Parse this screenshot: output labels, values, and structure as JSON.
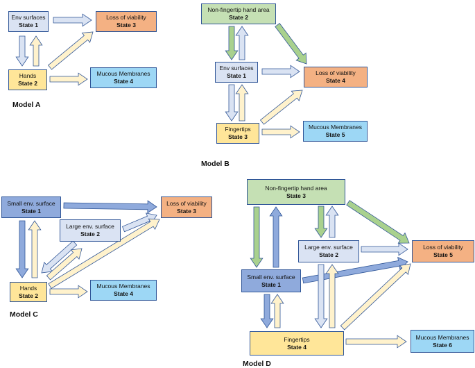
{
  "colors": {
    "env": "#dae3f3",
    "env_dark": "#8faadc",
    "hands": "#ffe699",
    "loss": "#f4b183",
    "mucous": "#9dd7f5",
    "nonfinger": "#c5e0b4",
    "arrow_env": "#dae3f3",
    "arrow_hands": "#fff2cc",
    "arrow_green": "#a9d18e",
    "arrow_blue": "#8faadc",
    "stroke": "#2f5597"
  },
  "models": [
    {
      "label": "Model A",
      "boxes": [
        {
          "name": "Env surfaces",
          "state": "State 1"
        },
        {
          "name": "Loss of viability",
          "state": "State 3"
        },
        {
          "name": "Hands",
          "state": "State 2"
        },
        {
          "name": "Mucous Membranes",
          "state": "State 4"
        }
      ]
    },
    {
      "label": "Model B",
      "boxes": [
        {
          "name": "Non-fingertip hand area",
          "state": "State 2"
        },
        {
          "name": "Env surfaces",
          "state": "State 1"
        },
        {
          "name": "Loss of viability",
          "state": "State 4"
        },
        {
          "name": "Fingertips",
          "state": "State 3"
        },
        {
          "name": "Mucous Membranes",
          "state": "State 5"
        }
      ]
    },
    {
      "label": "Model C",
      "boxes": [
        {
          "name": "Small env. surface",
          "state": "State 1"
        },
        {
          "name": "Loss of viability",
          "state": "State 3"
        },
        {
          "name": "Large env. surface",
          "state": "State 2"
        },
        {
          "name": "Hands",
          "state": "State 2"
        },
        {
          "name": "Mucous Membranes",
          "state": "State 4"
        }
      ]
    },
    {
      "label": "Model D",
      "boxes": [
        {
          "name": "Non-fingertip hand area",
          "state": "State 3"
        },
        {
          "name": "Large env. surface",
          "state": "State 2"
        },
        {
          "name": "Loss of viability",
          "state": "State 5"
        },
        {
          "name": "Small env. surface",
          "state": "State 1"
        },
        {
          "name": "Fingertips",
          "state": "State 4"
        },
        {
          "name": "Mucous Membranes",
          "state": "State 6"
        }
      ]
    }
  ]
}
